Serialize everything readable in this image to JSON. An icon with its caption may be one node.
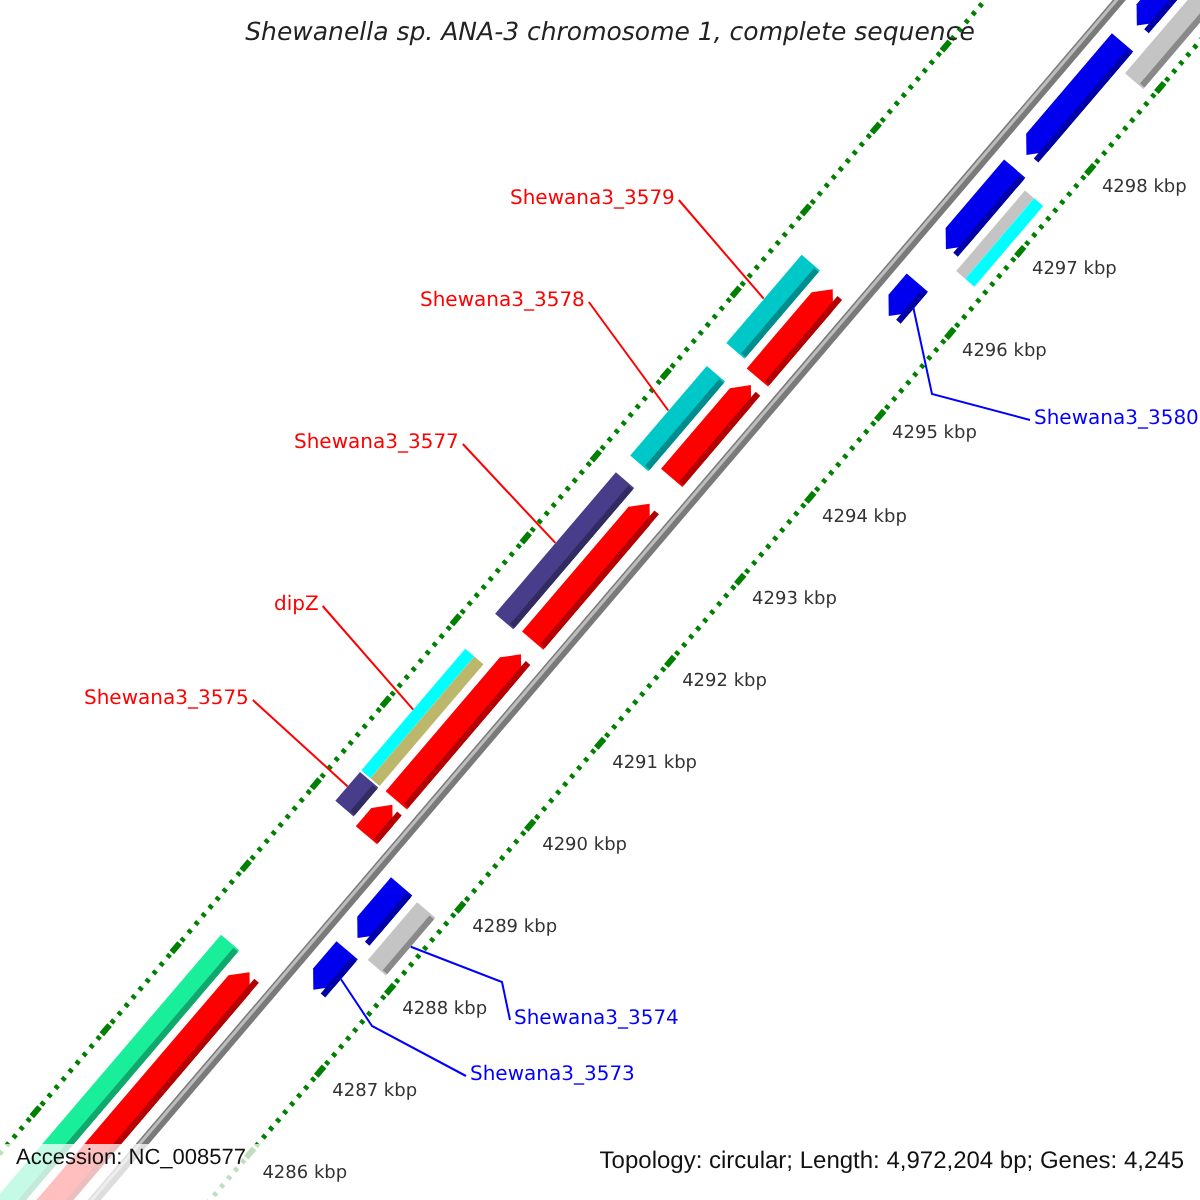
{
  "diagram": {
    "title": "Shewanella sp. ANA-3 chromosome 1, complete sequence",
    "nodes": [
      {
        "text": [
          "Shewana3_3579"
        ]
      },
      {
        "text": [],
        "shape": "bar"
      },
      {
        "text": [
          "Shewana3_3578"
        ]
      },
      {
        "text": [],
        "shape": "bar"
      },
      {
        "text": [
          "Shewana3_3580"
        ]
      },
      {
        "text": [],
        "shape": "bar"
      },
      {
        "text": [
          "Shewana3_3577"
        ]
      },
      {
        "text": [],
        "shape": "bar"
      },
      {
        "text": [
          "dipZ"
        ]
      },
      {
        "text": [],
        "shape": "bar"
      },
      {
        "text": [
          "Shewana3_3575"
        ]
      },
      {
        "text": [],
        "shape": "bar"
      },
      {
        "text": [
          "Shewana3_3574"
        ]
      },
      {
        "text": [],
        "shape": "bar"
      },
      {
        "text": [
          "Shewana3_3573"
        ]
      },
      {
        "text": [],
        "shape": "bar"
      }
    ],
    "edges": [
      {
        "from": 0,
        "to": 1,
        "arrow": "none",
        "color": "#ff0000"
      },
      {
        "from": 2,
        "to": 3,
        "arrow": "none",
        "color": "#ff0000"
      },
      {
        "from": 4,
        "to": 5,
        "arrow": "none",
        "color": "#0000ff"
      },
      {
        "from": 6,
        "to": 7,
        "arrow": "none",
        "color": "#ff0000"
      },
      {
        "from": 8,
        "to": 9,
        "arrow": "none",
        "color": "#ff0000"
      },
      {
        "from": 10,
        "to": 11,
        "arrow": "none",
        "color": "#ff0000"
      },
      {
        "from": 12,
        "to": 13,
        "arrow": "none",
        "color": "#0000ff"
      },
      {
        "from": 14,
        "to": 15,
        "arrow": "none",
        "color": "#0000ff"
      }
    ],
    "labels": [
      "4298 kbp",
      "4297 kbp",
      "4296 kbp",
      "4295 kbp",
      "4294 kbp",
      "4293 kbp",
      "4292 kbp",
      "4291 kbp",
      "4290 kbp",
      "4289 kbp",
      "4288 kbp",
      "4287 kbp",
      "4286 kbp",
      "Accession: NC_008577",
      "Topology: circular; Length: 4,972,204 bp; Genes: 4,245"
    ]
  }
}
